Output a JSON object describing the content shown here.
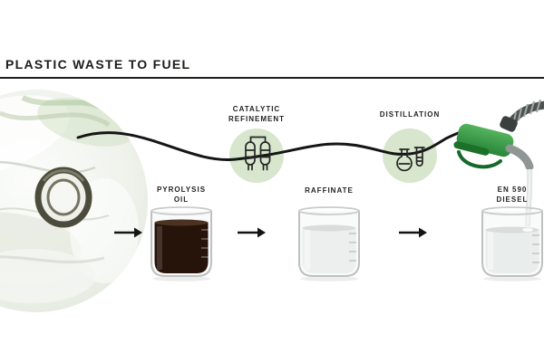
{
  "title": "PLASTIC WASTE TO FUEL",
  "stages": {
    "catalytic": {
      "line1": "CATALYTIC",
      "line2": "REFINEMENT"
    },
    "distillation": {
      "line1": "DISTILLATION"
    }
  },
  "flow": {
    "beakers": [
      {
        "line1": "PYROLYSIS",
        "line2": "OIL",
        "liquid_color": "#261309"
      },
      {
        "line1": "RAFFINATE",
        "line2": "",
        "liquid_color": "#ecefed"
      },
      {
        "line1": "EN 590",
        "line2": "DIESEL",
        "liquid_color": "#e9edec"
      }
    ]
  },
  "colors": {
    "background": "#ffffff",
    "stage_circle": "#d7e6cc",
    "connector": "#151515",
    "title_text": "#1c1c1a",
    "label_text": "#232321",
    "nozzle_green": "#2f8f3c",
    "pyrolysis_liquid": "#261309",
    "raffinate_liquid": "#ecefed",
    "diesel_liquid": "#e9edec"
  }
}
